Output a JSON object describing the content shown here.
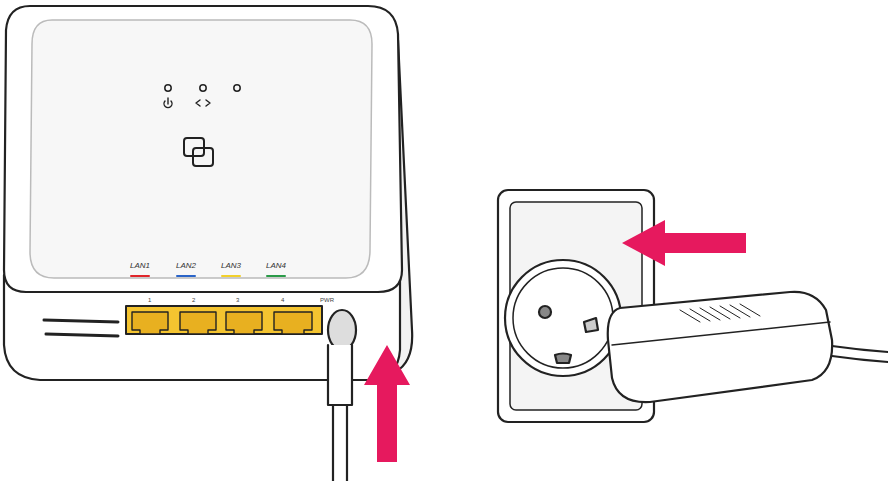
{
  "diagram": {
    "labels": [
      "LAN1",
      "LAN2",
      "LAN3",
      "LAN4",
      "1",
      "2",
      "3",
      "4",
      "PWR"
    ]
  }
}
